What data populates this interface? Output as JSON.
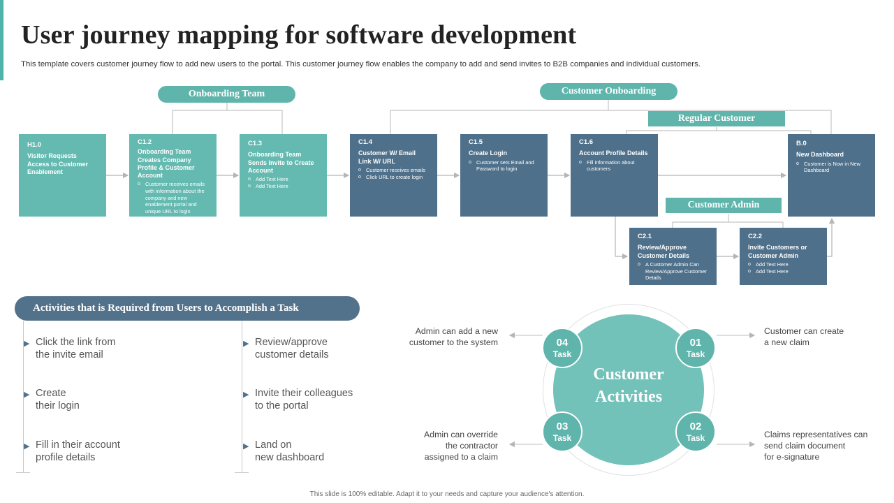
{
  "title": "User journey mapping for software development",
  "subtitle": "This template covers customer journey flow to add new users to the portal. This customer journey flow enables the company to add and send invites to B2B companies and individual customers.",
  "pills": {
    "onboarding_team": "Onboarding Team",
    "customer_onboarding": "Customer Onboarding",
    "regular_customer": "Regular Customer",
    "customer_admin": "Customer Admin"
  },
  "boxes": {
    "h10": {
      "code": "H1.0",
      "head": "Visitor Requests Access  to Customer Enablement",
      "bullets": []
    },
    "c12": {
      "code": "C1.2",
      "head": "Onboarding Team Creates Company Profile & Customer Account",
      "bullets": [
        "Customer receives emails with information about the company and new enablement portal and unique URL to login"
      ]
    },
    "c13": {
      "code": "C1.3",
      "head": "Onboarding Team Sends Invite to Create Account",
      "bullets": [
        "Add Text Here",
        "Add Text Here"
      ]
    },
    "c14": {
      "code": "C1.4",
      "head": "Customer W/ Email Link W/ URL",
      "bullets": [
        "Customer receives emails",
        "Click URL to create login"
      ]
    },
    "c15": {
      "code": "C1.5",
      "head": "Create Login",
      "bullets": [
        "Customer sets Email and Password to login"
      ]
    },
    "c16": {
      "code": "C1.6",
      "head": "Account Profile Details",
      "bullets": [
        "Fill information about customers"
      ]
    },
    "b0": {
      "code": "B.0",
      "head": "New Dashboard",
      "bullets": [
        "Customer is Now in New Dashboard"
      ]
    },
    "c21": {
      "code": "C2.1",
      "head": "Review/Approve Customer Details",
      "bullets": [
        "A Customer Admin Can Review/Approve Customer Details"
      ]
    },
    "c22": {
      "code": "C2.2",
      "head": "Invite Customers or Customer Admin",
      "bullets": [
        "Add Text Here",
        "Add Text Here"
      ]
    }
  },
  "activities": {
    "banner": "Activities that is Required from Users to Accomplish a Task",
    "left": [
      {
        "l1": "Click the link from",
        "l2": "the invite email"
      },
      {
        "l1": "Create",
        "l2": "their login"
      },
      {
        "l1": "Fill in their account",
        "l2": "profile details"
      }
    ],
    "right": [
      {
        "l1": "Review/approve",
        "l2": "customer details"
      },
      {
        "l1": "Invite their colleagues",
        "l2": "to the portal"
      },
      {
        "l1": "Land on",
        "l2": "new dashboard"
      }
    ]
  },
  "cycle": {
    "center_l1": "Customer",
    "center_l2": "Activities",
    "task_label": "Task",
    "tasks": [
      {
        "num": "01",
        "desc": [
          "Customer can create",
          "a new claim"
        ]
      },
      {
        "num": "02",
        "desc": [
          "Claims representatives  can",
          "send claim document",
          "for e-signature"
        ]
      },
      {
        "num": "03",
        "desc": [
          "Admin can override",
          "the contractor",
          "assigned to a claim"
        ]
      },
      {
        "num": "04",
        "desc": [
          "Admin can add a new",
          "customer to the system"
        ]
      }
    ]
  },
  "footer": "This slide is 100% editable. Adapt it to your needs and capture your audience's attention.",
  "colors": {
    "teal": "#64bab0",
    "slate": "#4f708a",
    "circle": "#72c2ba",
    "banner": "#52718b"
  }
}
